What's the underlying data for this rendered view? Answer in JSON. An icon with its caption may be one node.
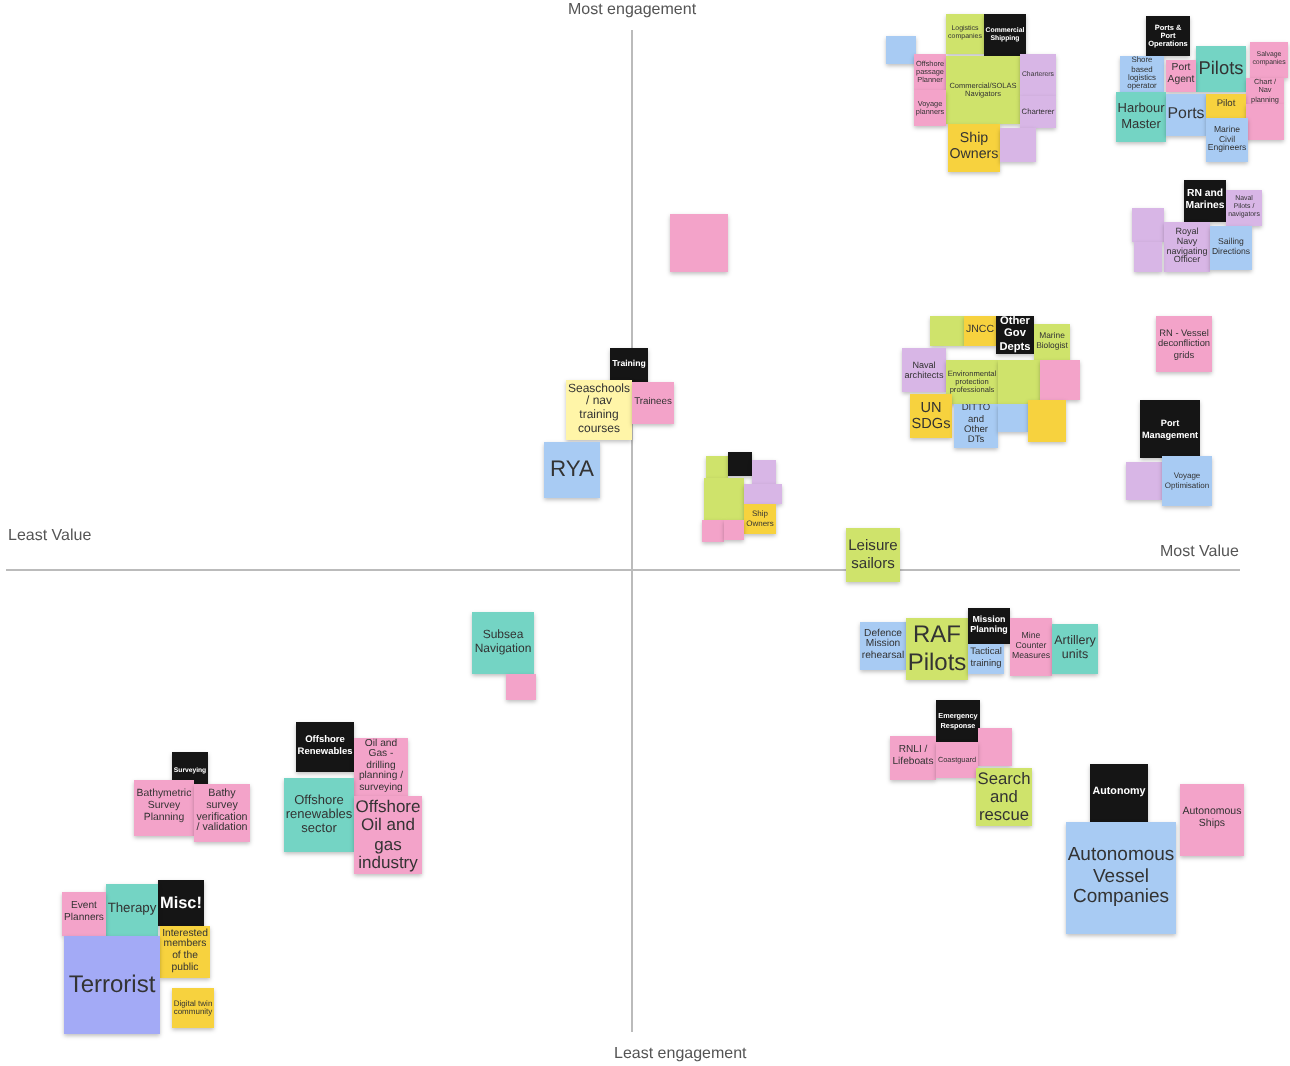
{
  "diagram": {
    "nodes": [
      {
        "text": [
          "Logistics companies"
        ]
      },
      {
        "text": [
          "Commercial Shipping"
        ]
      },
      {
        "text": [],
        "shape": "box"
      },
      {
        "text": [
          "Offshore passage Planner"
        ]
      },
      {
        "text": [
          "Commercial/SOLAS Navigators"
        ]
      },
      {
        "text": [
          "Charterers"
        ]
      },
      {
        "text": [
          "Voyage planners"
        ]
      },
      {
        "text": [
          "Charterer"
        ]
      },
      {
        "text": [
          "Ship Owners"
        ]
      },
      {
        "text": [],
        "shape": "box"
      },
      {
        "text": [
          "Ports & Port Operations"
        ]
      },
      {
        "text": [
          "Shore based logistics operator"
        ]
      },
      {
        "text": [
          "Pilots"
        ]
      },
      {
        "text": [
          "Salvage companies"
        ]
      },
      {
        "text": [
          "Port Agent"
        ]
      },
      {
        "text": [
          "Chart / Nav planning"
        ]
      },
      {
        "text": [
          "Harbour Master"
        ]
      },
      {
        "text": [
          "Ports"
        ]
      },
      {
        "text": [
          "Pilot"
        ]
      },
      {
        "text": [],
        "shape": "box"
      },
      {
        "text": [
          "Marine Civil Engineers"
        ]
      },
      {
        "text": [
          "RN and Marines"
        ]
      },
      {
        "text": [
          "Naval Pilots / navigators"
        ]
      },
      {
        "text": [],
        "shape": "box"
      },
      {
        "text": [
          "Royal Navy navigating Officer"
        ]
      },
      {
        "text": [
          "Sailing Directions"
        ]
      },
      {
        "text": [],
        "shape": "box"
      },
      {
        "text": [],
        "shape": "box"
      },
      {
        "text": [],
        "shape": "box"
      },
      {
        "text": [
          "JNCC"
        ]
      },
      {
        "text": [
          "Other Gov Depts"
        ]
      },
      {
        "text": [
          "Marine Biologist"
        ]
      },
      {
        "text": [
          "RN - Vessel deconfliction grids"
        ]
      },
      {
        "text": [
          "Training"
        ]
      },
      {
        "text": [
          "Naval architects"
        ]
      },
      {
        "text": [
          "Environmental protection professionals"
        ]
      },
      {
        "text": [],
        "shape": "box"
      },
      {
        "text": [],
        "shape": "box"
      },
      {
        "text": [
          "Seaschools / nav training courses"
        ]
      },
      {
        "text": [
          "Trainees"
        ]
      },
      {
        "text": [
          "UN SDGs"
        ]
      },
      {
        "text": [
          "DITTO and Other DTs"
        ]
      },
      {
        "text": [],
        "shape": "box"
      },
      {
        "text": [],
        "shape": "box"
      },
      {
        "text": [
          "Port Management"
        ]
      },
      {
        "text": [
          "RYA"
        ]
      },
      {
        "text": [],
        "shape": "box"
      },
      {
        "text": [],
        "shape": "box"
      },
      {
        "text": [],
        "shape": "box"
      },
      {
        "text": [],
        "shape": "box"
      },
      {
        "text": [],
        "shape": "box"
      },
      {
        "text": [
          "Ship Owners"
        ]
      },
      {
        "text": [],
        "shape": "box"
      },
      {
        "text": [],
        "shape": "box"
      },
      {
        "text": [],
        "shape": "box"
      },
      {
        "text": [
          "Voyage Optimisation"
        ]
      },
      {
        "text": [
          "Leisure sailors"
        ]
      },
      {
        "text": [
          "Subsea Navigation"
        ]
      },
      {
        "text": [
          "Defence Mission rehearsal"
        ]
      },
      {
        "text": [
          "RAF Pilots"
        ]
      },
      {
        "text": [
          "Mission Planning"
        ]
      },
      {
        "text": [
          "Tactical training"
        ]
      },
      {
        "text": [
          "Mine Counter Measures"
        ]
      },
      {
        "text": [
          "Artillery units"
        ]
      },
      {
        "text": [],
        "shape": "box"
      },
      {
        "text": [
          "Emergency Response"
        ]
      },
      {
        "text": [],
        "shape": "box"
      },
      {
        "text": [
          "RNLI / Lifeboats"
        ]
      },
      {
        "text": [
          "Coastguard"
        ]
      },
      {
        "text": [
          "Offshore Renewables"
        ]
      },
      {
        "text": [
          "Oil and Gas - drilling planning / surveying"
        ]
      },
      {
        "text": [
          "Surveying"
        ]
      },
      {
        "text": [
          "Autonomy"
        ]
      },
      {
        "text": [
          "Search and rescue"
        ]
      },
      {
        "text": [
          "Offshore renewables sector"
        ]
      },
      {
        "text": [
          "Bathymetric Survey Planning"
        ]
      },
      {
        "text": [
          "Bathy survey verification / validation"
        ]
      },
      {
        "text": [
          "Autonomous Ships"
        ]
      },
      {
        "text": [
          "Offshore Oil and gas industry"
        ]
      },
      {
        "text": [
          "Autonomous Vessel Companies"
        ]
      },
      {
        "text": [
          "Misc!"
        ]
      },
      {
        "text": [
          "Therapy"
        ]
      },
      {
        "text": [
          "Event Planners"
        ]
      },
      {
        "text": [
          "Interested members of the public"
        ]
      },
      {
        "text": [
          "Terrorist"
        ]
      },
      {
        "text": [
          "Digital twin community"
        ]
      }
    ],
    "labels": [
      "Most engagement",
      "Least Value",
      "Most Value",
      "Least engagement"
    ]
  }
}
